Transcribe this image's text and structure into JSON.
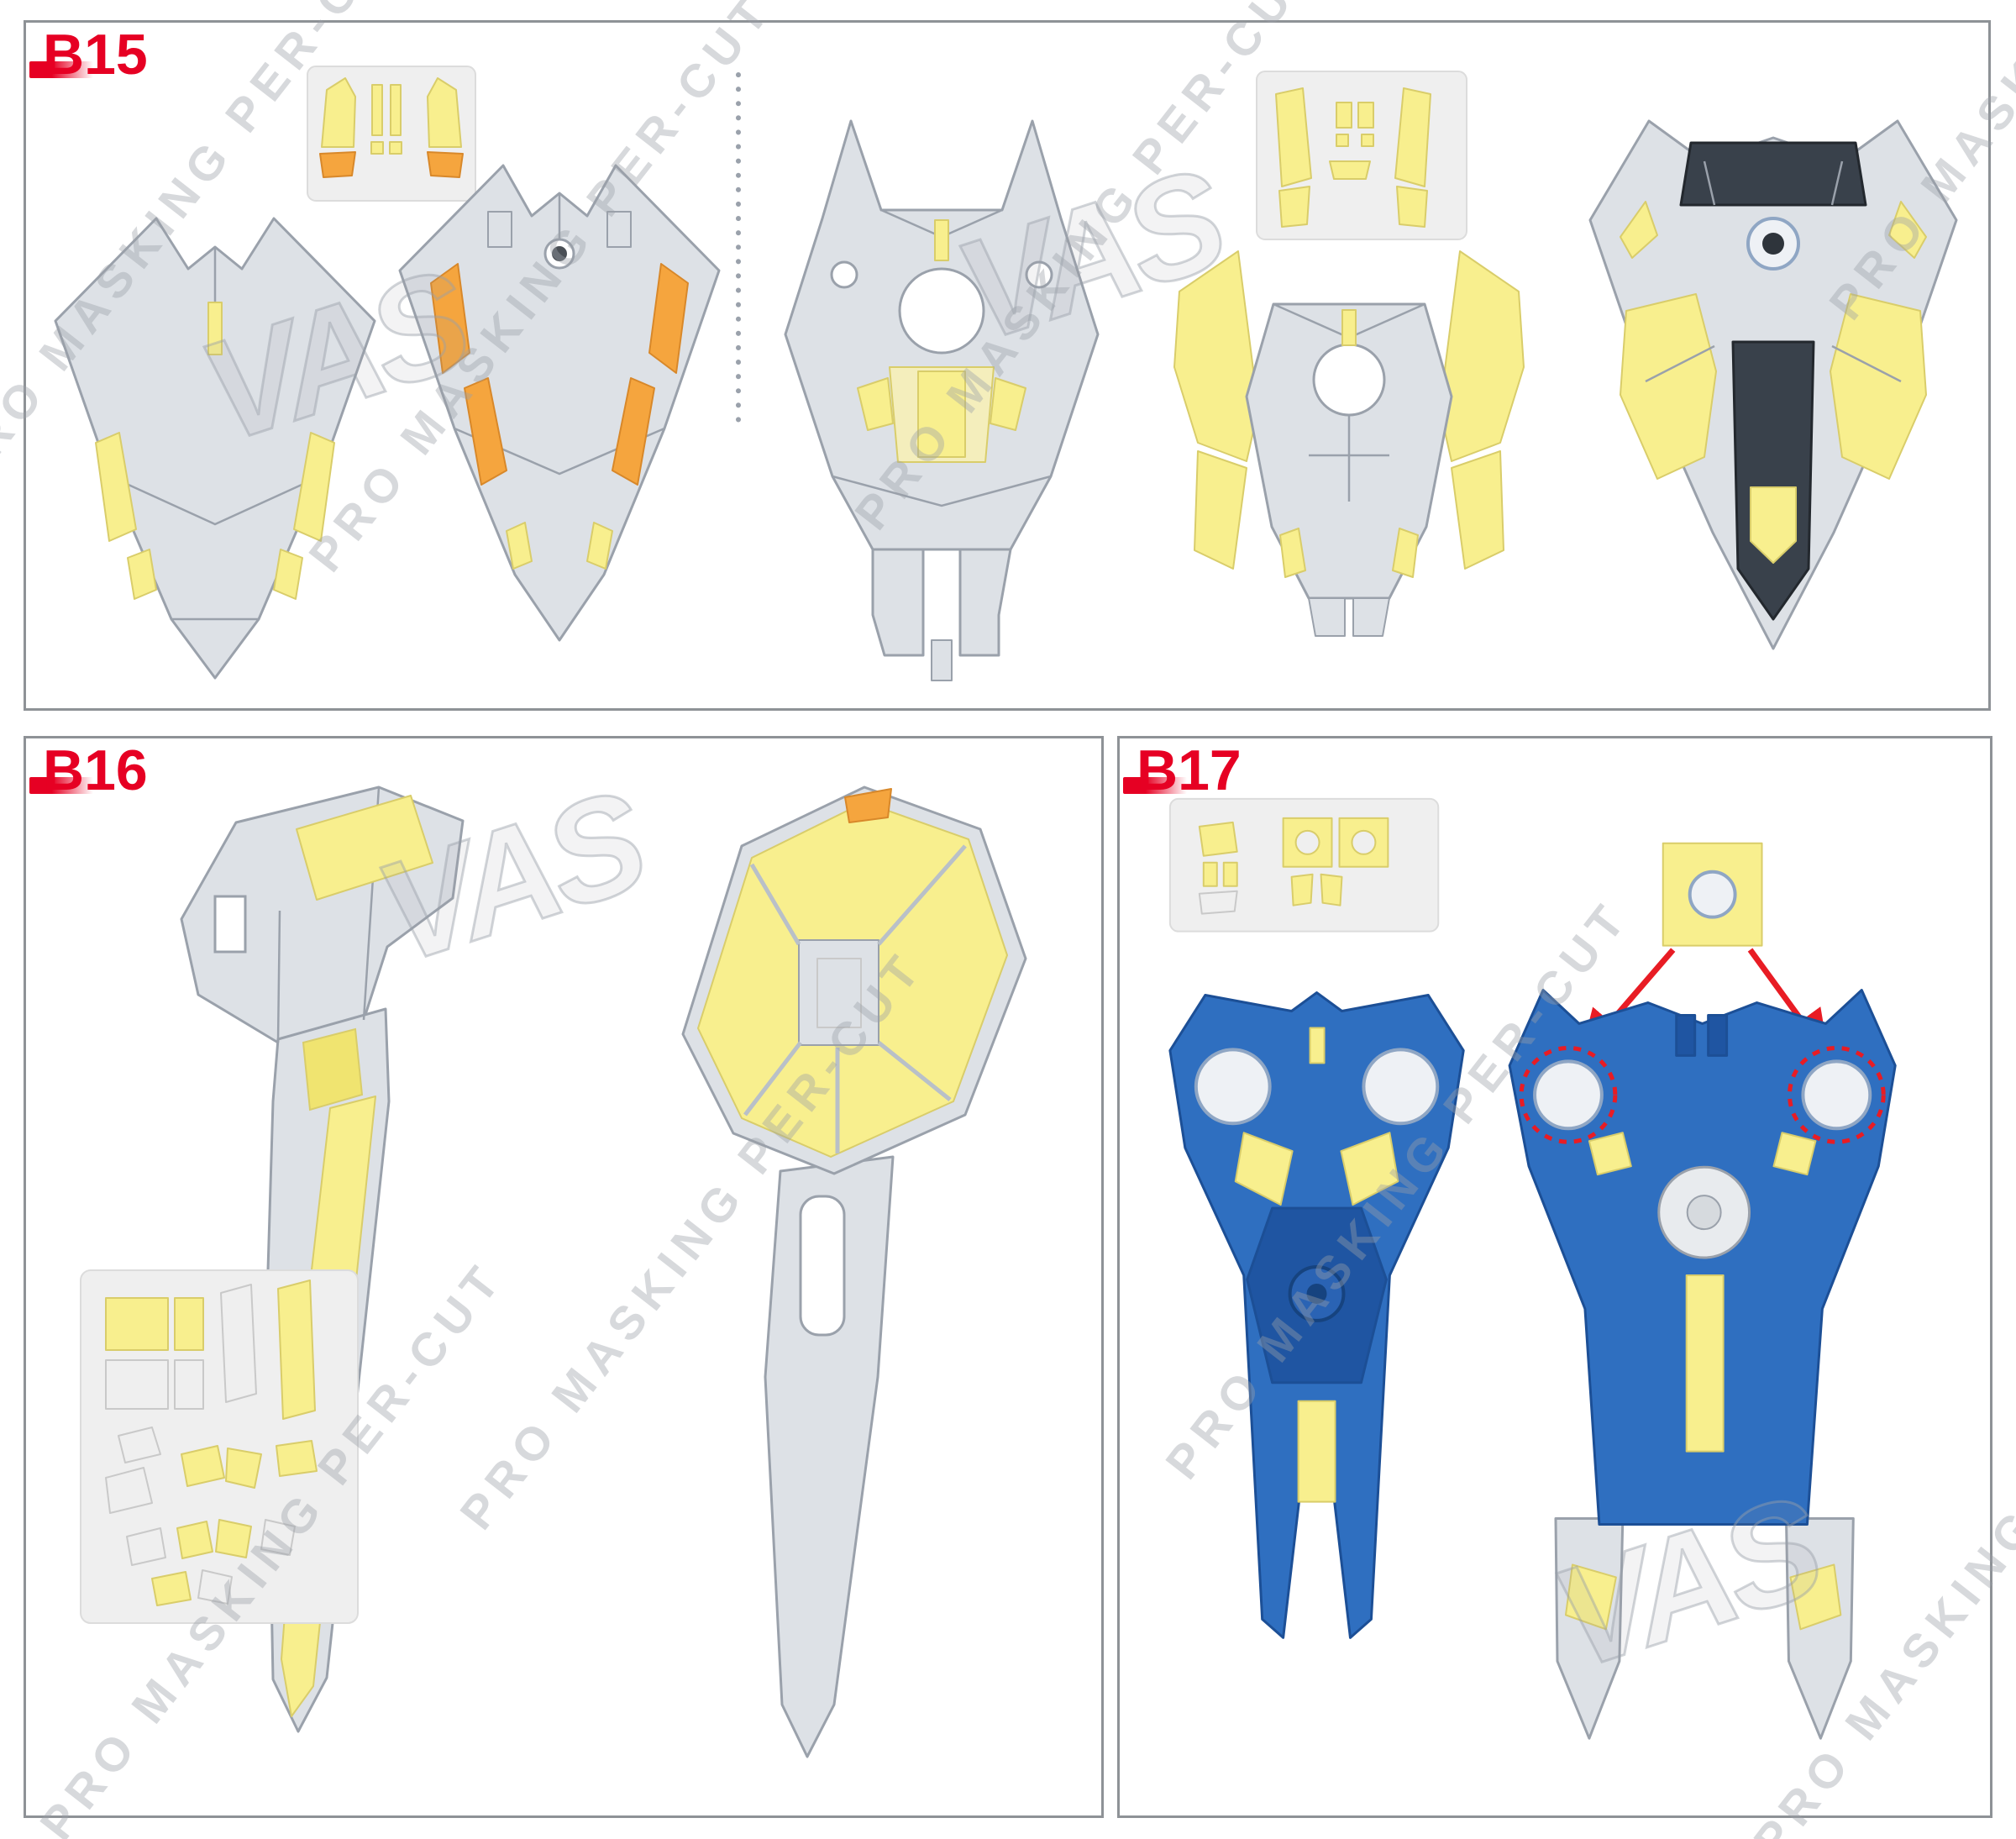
{
  "document": {
    "type": "pre-cut masking sticker instruction sheet"
  },
  "panels": [
    {
      "id": "panel-b15",
      "label": "B15"
    },
    {
      "id": "panel-b16",
      "label": "B16"
    },
    {
      "id": "panel-b17",
      "label": "B17"
    }
  ],
  "watermark": {
    "brand": "VAS",
    "text": "PRO MASKING PER-CUT"
  },
  "colors": {
    "panel-border": "#8e9296",
    "label-red": "#e60023",
    "part-gray": "#dde1e6",
    "part-line": "#9aa1ab",
    "mask-yellow": "#f8ef8e",
    "mask-pale": "#f4eebc",
    "mask-edge": "#d9cd6a",
    "mask-orange": "#f5a53e",
    "mask-orange-edge": "#d8882a",
    "part-blue": "#2f6fc0",
    "part-blue-dark": "#1f55a2",
    "part-blue-edge": "#1c4f96",
    "part-dark": "#39414b",
    "part-dark-edge": "#23282e",
    "sheet-bg": "#efefef",
    "sheet-edge": "#dcdcdc",
    "hole-fill": "#eef1f5",
    "arrow-red": "#e81c24"
  }
}
